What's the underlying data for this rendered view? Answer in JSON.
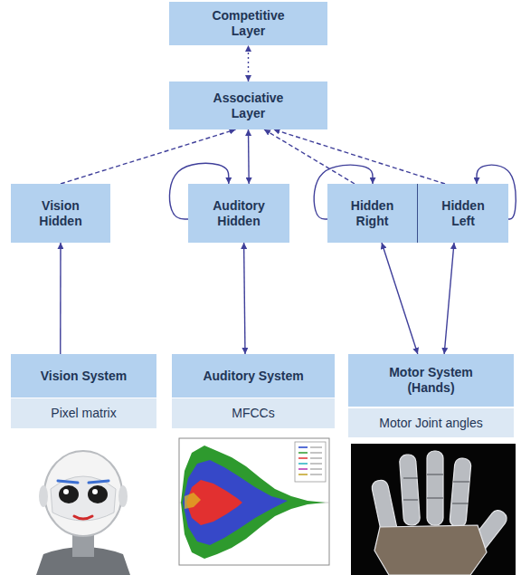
{
  "diagram": {
    "nodes": [
      {
        "text": [
          "Competitive Layer"
        ]
      },
      {
        "text": [
          "Associative Layer"
        ]
      },
      {
        "text": [
          "Vision Hidden"
        ]
      },
      {
        "text": [
          "Auditory Hidden"
        ]
      },
      {
        "text": [
          "Hidden Right"
        ]
      },
      {
        "text": [
          "Hidden Left"
        ]
      },
      {
        "text": [
          "Vision System"
        ]
      },
      {
        "text": [
          "Pixel matrix"
        ]
      },
      {
        "text": [
          "Auditory System"
        ]
      },
      {
        "text": [
          "MFCCs"
        ]
      },
      {
        "text": [
          "Motor System (Hands)"
        ]
      },
      {
        "text": [
          "Motor Joint angles"
        ]
      }
    ],
    "edges": [
      {
        "from": 1,
        "to": 0,
        "arrow": "both"
      },
      {
        "from": 2,
        "to": 1,
        "arrow": "to"
      },
      {
        "from": 6,
        "to": 2,
        "arrow": "to"
      },
      {
        "from": 3,
        "to": 1,
        "arrow": "both"
      },
      {
        "from": 3,
        "to": 3,
        "arrow": "to"
      },
      {
        "from": 8,
        "to": 3,
        "arrow": "both"
      },
      {
        "from": 4,
        "to": 1,
        "arrow": "to"
      },
      {
        "from": 5,
        "to": 1,
        "arrow": "to"
      },
      {
        "from": 4,
        "to": 4,
        "arrow": "to"
      },
      {
        "from": 5,
        "to": 5,
        "arrow": "to"
      },
      {
        "from": 10,
        "to": 4,
        "arrow": "both"
      },
      {
        "from": 10,
        "to": 5,
        "arrow": "both"
      }
    ]
  }
}
